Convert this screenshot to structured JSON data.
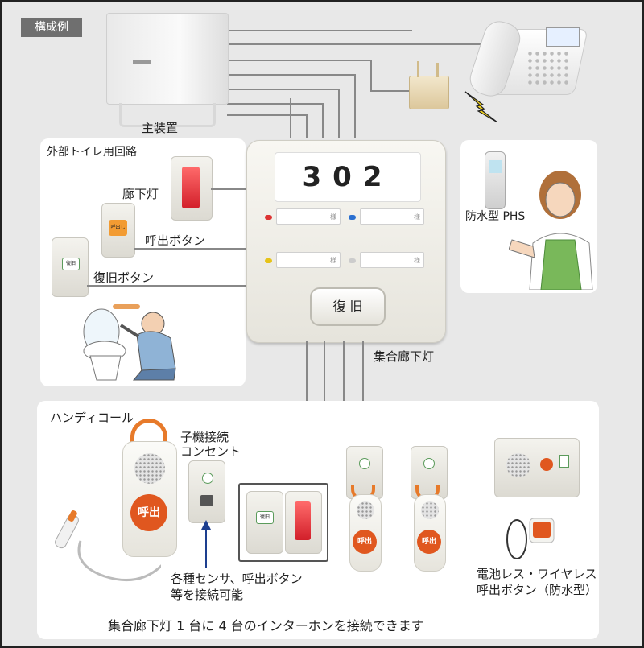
{
  "tag": "構成例",
  "labels": {
    "main_unit": "主装置",
    "external_toilet": "外部トイレ用回路",
    "corridor_light": "廊下灯",
    "call_button": "呼出ボタン",
    "reset_button": "復旧ボタン",
    "waterproof_phs": "防水型 PHS",
    "group_corridor_light": "集合廊下灯",
    "handy_call": "ハンディコール",
    "child_outlet_line1": "子機接続",
    "child_outlet_line2": "コンセント",
    "sensors_line1": "各種センサ、呼出ボタン",
    "sensors_line2": "等を接続可能",
    "battery_less_line1": "電池レス・ワイヤレス",
    "battery_less_line2": "呼出ボタン（防水型）",
    "bottom_note": "集合廊下灯 1 台に 4 台のインターホンを接続できます"
  },
  "corridor_panel": {
    "room_number": "302",
    "slot_suffix": "様",
    "reset_label": "復 旧"
  },
  "devices": {
    "call_sticker": "呼出し",
    "reset_sticker": "復旧",
    "call_round": "呼出"
  },
  "colors": {
    "call_orange": "#e0571f",
    "led_red": "#d33",
    "led_blue": "#2a6fd0",
    "led_yellow": "#e6c319",
    "phs_sleeve": "#79b85a"
  }
}
